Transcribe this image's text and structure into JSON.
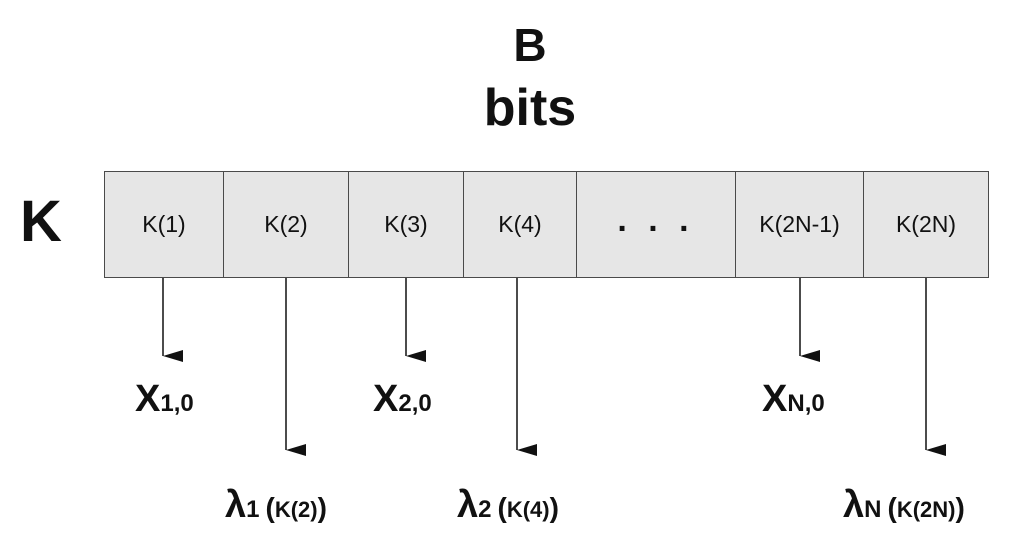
{
  "title": {
    "line1": "B",
    "line2": "bits"
  },
  "row_label": "K",
  "cells": [
    "K(1)",
    "K(2)",
    "K(3)",
    "K(4)",
    ". . .",
    "K(2N-1)",
    "K(2N)"
  ],
  "outputs": [
    {
      "symbol": "X",
      "subscript": "1,0"
    },
    {
      "symbol": "X",
      "subscript": "2,0"
    },
    {
      "symbol": "X",
      "subscript": "N,0"
    },
    {
      "symbol": "λ",
      "subscript": "1",
      "arg_open": "(",
      "arg_inner": "K(2)",
      "arg_close": ")"
    },
    {
      "symbol": "λ",
      "subscript": "2",
      "arg_open": "(",
      "arg_inner": "K(4)",
      "arg_close": ")"
    },
    {
      "symbol": "λ",
      "subscript": "N",
      "arg_open": "(",
      "arg_inner": "K(2N)",
      "arg_close": ")"
    }
  ],
  "colors": {
    "cell_fill": "#e6e6e6",
    "cell_border": "#4a4a4a",
    "arrow": "#111111",
    "text": "#111111"
  }
}
